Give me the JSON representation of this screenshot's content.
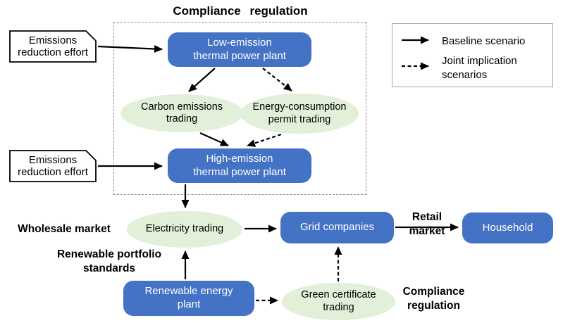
{
  "title": "Compliance  regulation",
  "legend": {
    "baseline_label": "Baseline scenario",
    "joint_label": "Joint implication\nscenarios"
  },
  "nodes": {
    "emissions_effort_top": "Emissions\nreduction effort",
    "emissions_effort_bottom": "Emissions\nreduction effort",
    "low_emission_plant": "Low-emission\nthermal power plant",
    "carbon_emissions_trading": "Carbon emissions\ntrading",
    "energy_permit_trading": "Energy-consumption\npermit trading",
    "high_emission_plant": "High-emission\nthermal power plant",
    "electricity_trading": "Electricity trading",
    "grid_companies": "Grid companies",
    "household": "Household",
    "renewable_energy_plant": "Renewable energy\nplant",
    "green_certificate_trading": "Green certificate\ntrading"
  },
  "labels": {
    "wholesale_market": "Wholesale market",
    "retail_market": "Retail\nmarket",
    "renewable_portfolio_standards": "Renewable portfolio\nstandards",
    "compliance_regulation_bottom": "Compliance\nregulation"
  },
  "colors": {
    "node_blue": "#4472C4",
    "ellipse_green": "#E2EFD9",
    "arrow": "#000000",
    "dashed_box_border": "#8C8C8C",
    "legend_border": "#A6A6A6"
  }
}
